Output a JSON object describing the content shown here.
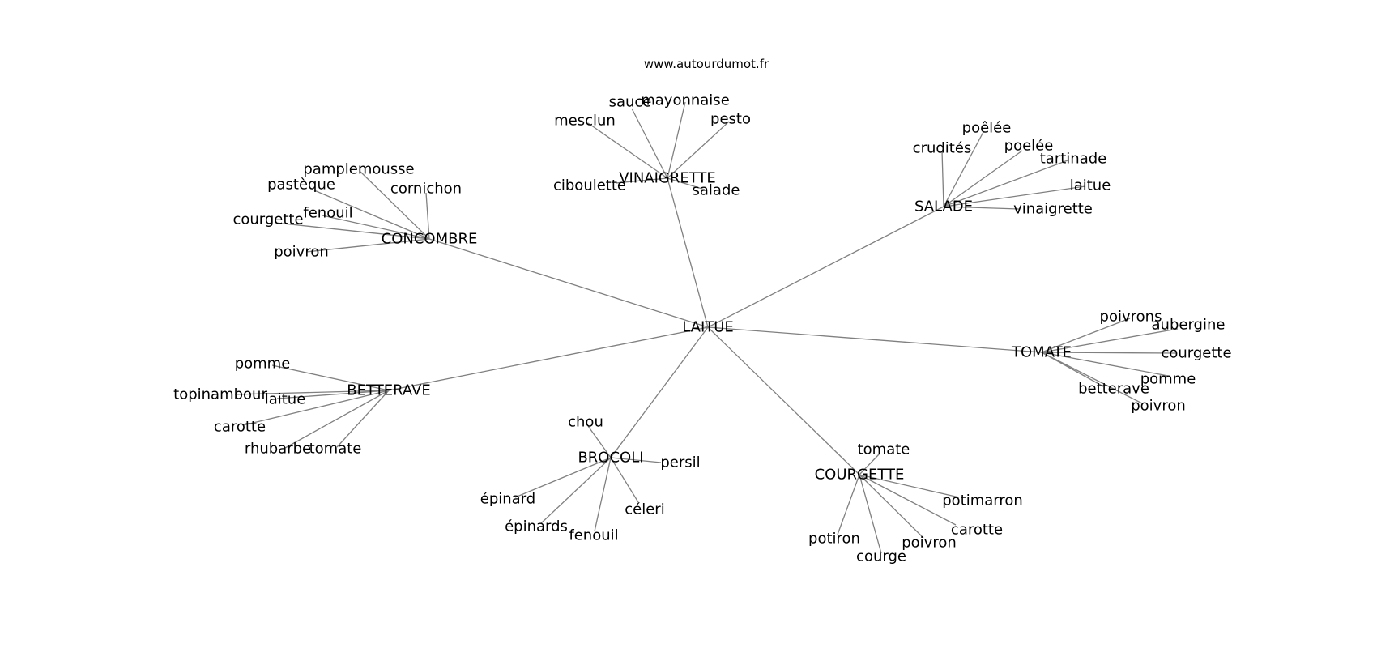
{
  "credit": "www.autourdumot.fr",
  "graph": {
    "center": "LAITUE",
    "clusters": [
      {
        "label": "VINAIGRETTE",
        "leaves": [
          "sauce",
          "mayonnaise",
          "mesclun",
          "pesto",
          "ciboulette",
          "salade"
        ]
      },
      {
        "label": "SALADE",
        "leaves": [
          "poêlée",
          "crudités",
          "poelée",
          "tartinade",
          "laitue",
          "vinaigrette"
        ]
      },
      {
        "label": "CONCOMBRE",
        "leaves": [
          "pamplemousse",
          "pastèque",
          "cornichon",
          "fenouil",
          "courgette",
          "poivron"
        ]
      },
      {
        "label": "TOMATE",
        "leaves": [
          "poivrons",
          "aubergine",
          "courgette",
          "pomme",
          "betterave",
          "poivron"
        ]
      },
      {
        "label": "BETTERAVE",
        "leaves": [
          "pomme",
          "topinambour",
          "laitue",
          "carotte",
          "rhubarbe",
          "tomate"
        ]
      },
      {
        "label": "BROCOLI",
        "leaves": [
          "chou",
          "persil",
          "épinard",
          "céleri",
          "épinards",
          "fenouil"
        ]
      },
      {
        "label": "COURGETTE",
        "leaves": [
          "tomate",
          "potimarron",
          "carotte",
          "potiron",
          "poivron",
          "courge"
        ]
      }
    ]
  }
}
